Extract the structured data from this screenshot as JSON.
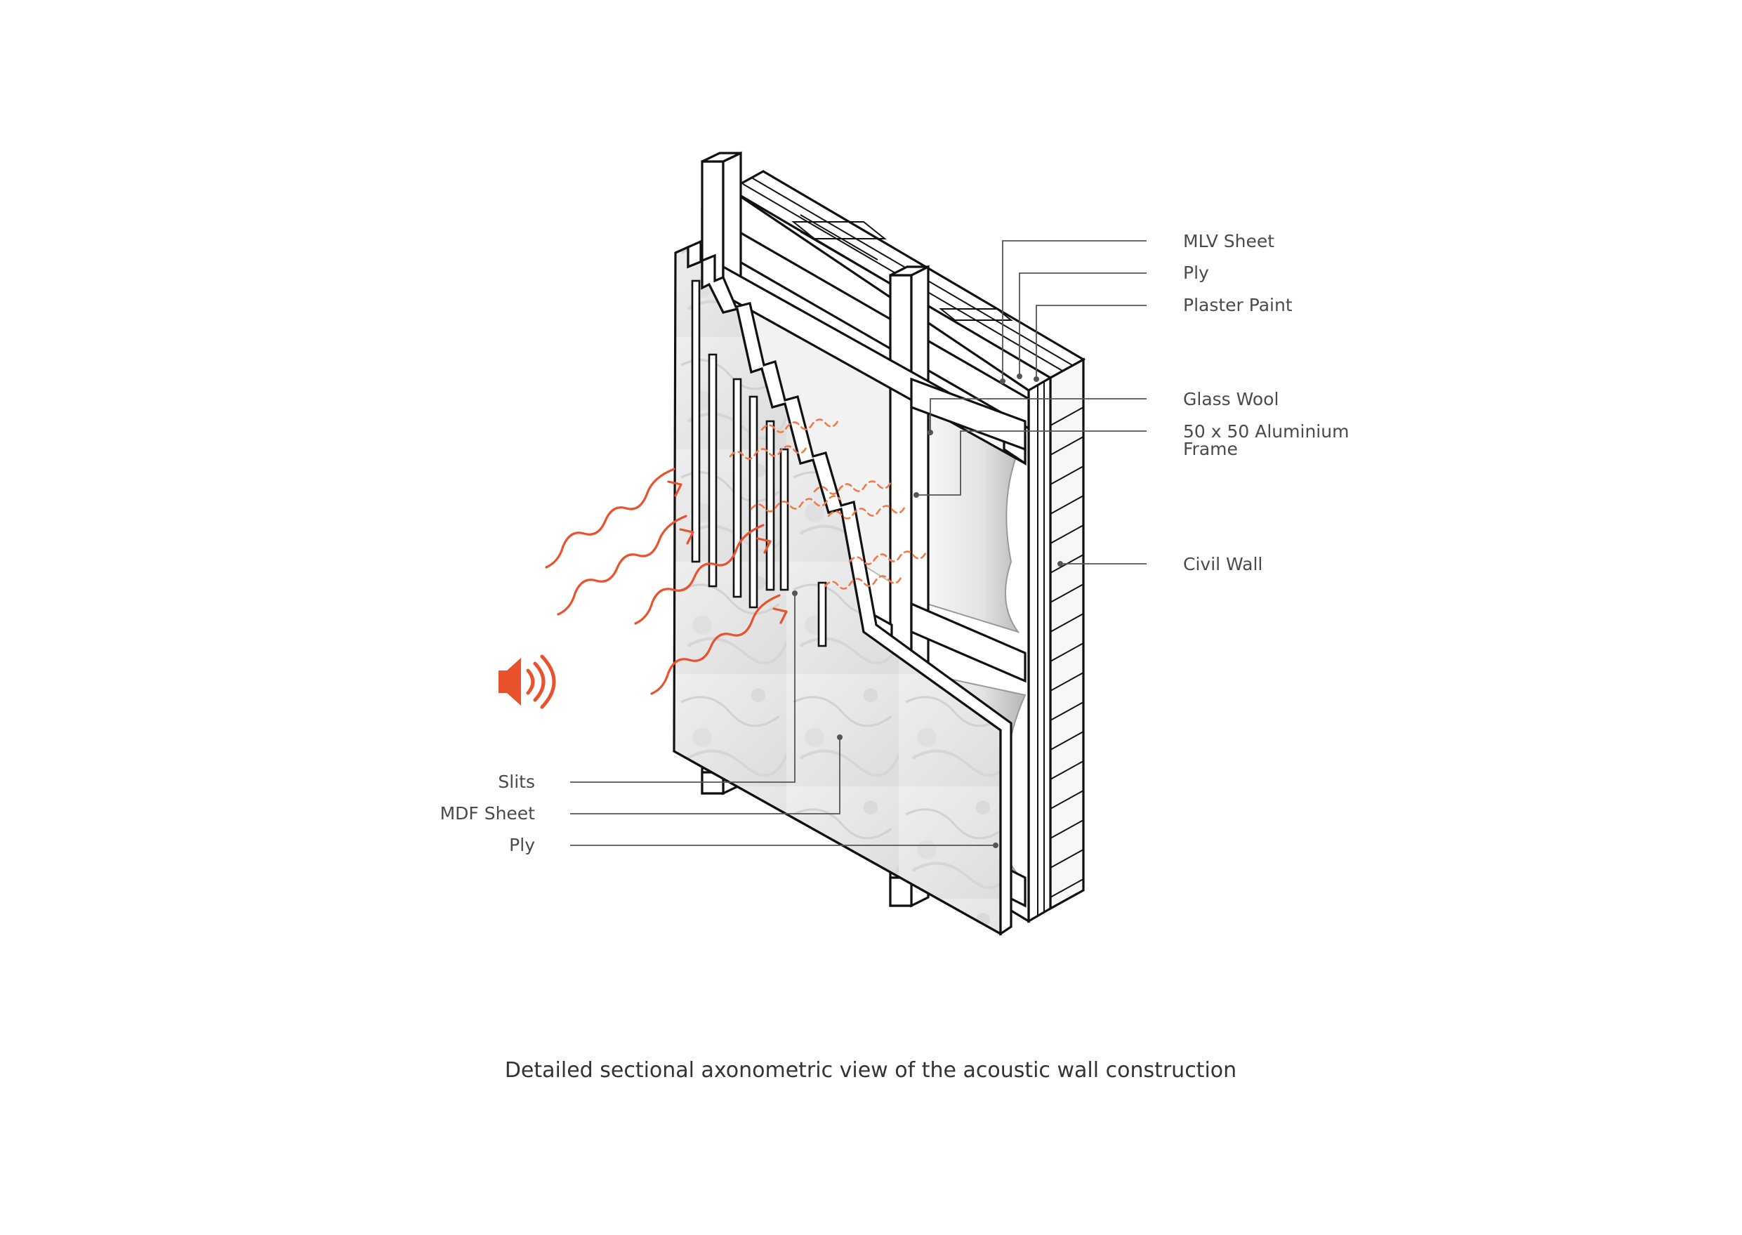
{
  "labels": {
    "right": [
      "MLV Sheet",
      "Ply",
      "Plaster Paint",
      "Glass Wool",
      "50 x 50 Aluminium",
      "Frame",
      "Civil Wall"
    ],
    "left": [
      "Slits",
      "MDF Sheet",
      "Ply"
    ]
  },
  "caption": "Detailed sectional axonometric view of the acoustic wall construction",
  "colors": {
    "accent": "#e8522c",
    "line": "#111111",
    "label": "#4a4a4a",
    "panel": "#e9e9e9",
    "wool": "#ededed",
    "wool_shadow": "#bdbdbd"
  },
  "icons": {
    "sound": "speaker-volume-icon"
  }
}
